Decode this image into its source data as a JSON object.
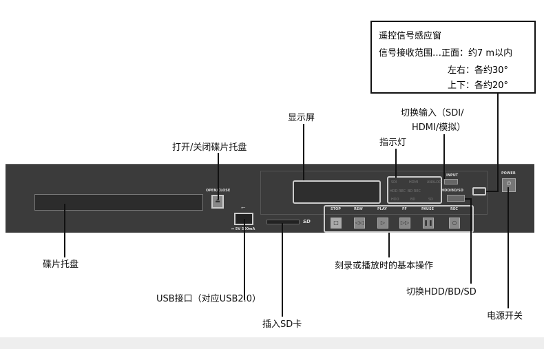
{
  "callouts": {
    "remote_title": "遥控信号感应窗",
    "remote_line1": "信号接收范围…正面：约7 m以内",
    "remote_line2": "左右：各约30°",
    "remote_line3": "上下：各约20°",
    "display": "显示屏",
    "open_close": "打开/关闭碟片托盘",
    "input_switch_1": "切换输入（SDI/",
    "input_switch_2": "HDMI/模拟）",
    "indicator": "指示灯",
    "disc_tray": "碟片托盘",
    "usb": "USB接口（对应USB2.0）",
    "sd": "插入SD卡",
    "basic_ops": "刻录或播放时的基本操作",
    "hdd_switch": "切换HDD/BD/SD",
    "power": "电源开关"
  },
  "device": {
    "open_close": "OPEN/CLOSE",
    "usb_rating": "⎓ 5V 500mA",
    "input": "INPUT",
    "hdd_bd_sd": "HDD/BD/SD",
    "power": "POWER",
    "power_symbol": "⏻",
    "indicators": [
      "SDI",
      "HDMI",
      "ANALOG",
      "HDD REC",
      "BD REC",
      "HDD",
      "BD",
      "SD"
    ],
    "buttons": [
      {
        "label": "STOP",
        "icon": "□"
      },
      {
        "label": "REW",
        "icon": "◁◁"
      },
      {
        "label": "PLAY",
        "icon": "▷"
      },
      {
        "label": "FF",
        "icon": "▷▷"
      },
      {
        "label": "PAUSE",
        "icon": "❚❚"
      },
      {
        "label": "REC",
        "icon": "○"
      }
    ],
    "sd_logo": "SD"
  }
}
